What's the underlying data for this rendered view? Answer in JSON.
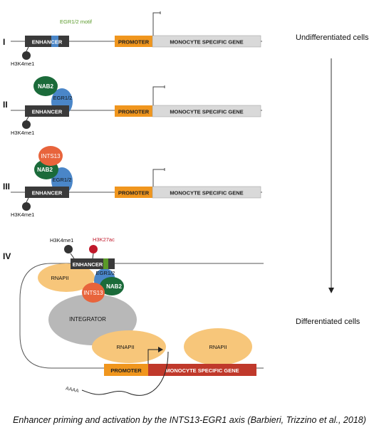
{
  "stages": {
    "s1": {
      "roman": "I",
      "state": "Undifferentiated cells"
    },
    "s2": {
      "roman": "II"
    },
    "s3": {
      "roman": "III"
    },
    "s4": {
      "roman": "IV",
      "state": "Differentiated cells"
    }
  },
  "labels": {
    "enhancer": "ENHANCER",
    "promoter": "PROMOTER",
    "gene": "MONOCYTE SPECIFIC GENE",
    "motif": "EGR1/2 motif",
    "h3k4me1": "H3K4me1",
    "h3k27ac": "H3K27ac",
    "nab2": "NAB2",
    "egr12": "EGR1/2",
    "ints13": "INTS13",
    "rnapii": "RNAPII",
    "integrator": "INTEGRATOR",
    "polya": "AAAA"
  },
  "caption": "Enhancer priming and activation by the INTS13-EGR1 axis (Barbieri, Trizzino et al., 2018)",
  "colors": {
    "enhancer": "#3a3a3a",
    "promoter": "#f0961e",
    "gene_inactive": "#d9d9d9",
    "gene_active": "#c0392b",
    "nab2": "#1b6b3a",
    "egr12": "#4a86c8",
    "ints13": "#e8643c",
    "rnapii": "#f7c67a",
    "integrator": "#b8b8b8",
    "h3k27ac": "#c0182a",
    "motif": "#5a9a2a"
  }
}
